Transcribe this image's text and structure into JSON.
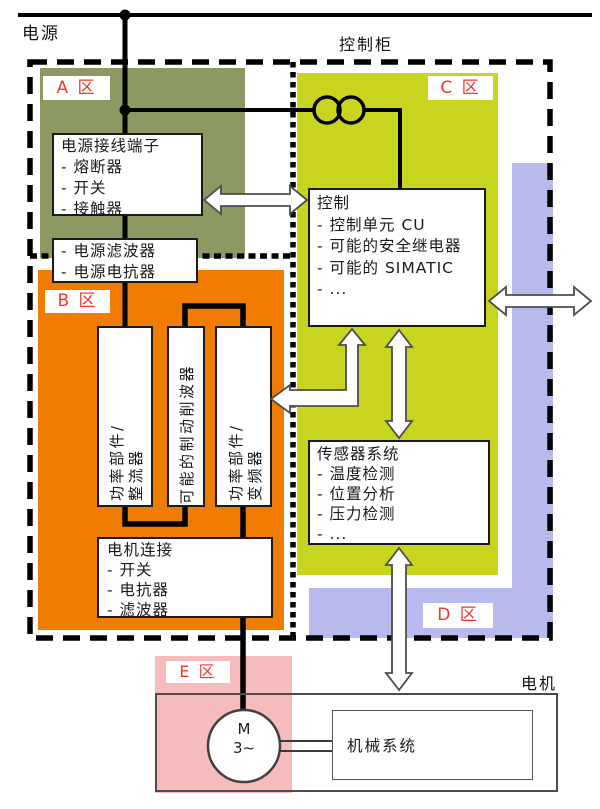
{
  "page": {
    "power_supply": "电源",
    "cabinet": "控制柜",
    "motor": "电机"
  },
  "zones": {
    "a": {
      "label": "A 区"
    },
    "b": {
      "label": "B 区"
    },
    "c": {
      "label": "C 区"
    },
    "d": {
      "label": "D 区"
    },
    "e": {
      "label": "E 区"
    }
  },
  "colors": {
    "zone_a": "#8C9962",
    "zone_b": "#F07C02",
    "zone_c": "#C8D41E",
    "zone_d": "#B8BAEE",
    "zone_e": "#F6BCBC",
    "zone_label_text": "#E8392E",
    "wire": "#000000",
    "arrow_fill": "#FFFFFF"
  },
  "boxes": {
    "power_terminal": {
      "title": "电源接线端子",
      "items": [
        "- 熔断器",
        "- 开关",
        "- 接触器"
      ]
    },
    "line_filter": {
      "items": [
        "- 电源滤波器",
        "- 电源电抗器"
      ]
    },
    "rectifier": {
      "line1": "功率部件/",
      "line2": "整流器"
    },
    "chopper": {
      "line1": "可能的制动削波器"
    },
    "inverter": {
      "line1": "功率部件/",
      "line2": "变频器"
    },
    "motor_connection": {
      "title": "电机连接",
      "items": [
        "- 开关",
        "- 电抗器",
        "- 滤波器"
      ]
    },
    "control": {
      "title": "控制",
      "items": [
        "- 控制单元 CU",
        "- 可能的安全继电器",
        "- 可能的 SIMATIC",
        "- ..."
      ]
    },
    "sensor_system": {
      "title": "传感器系统",
      "items": [
        "- 温度检测",
        "- 位置分析",
        "- 压力检测",
        "- ..."
      ]
    },
    "mechanical_system": {
      "title": "机械系统"
    },
    "motor_symbol": {
      "line1": "M",
      "line2": "3~"
    }
  }
}
